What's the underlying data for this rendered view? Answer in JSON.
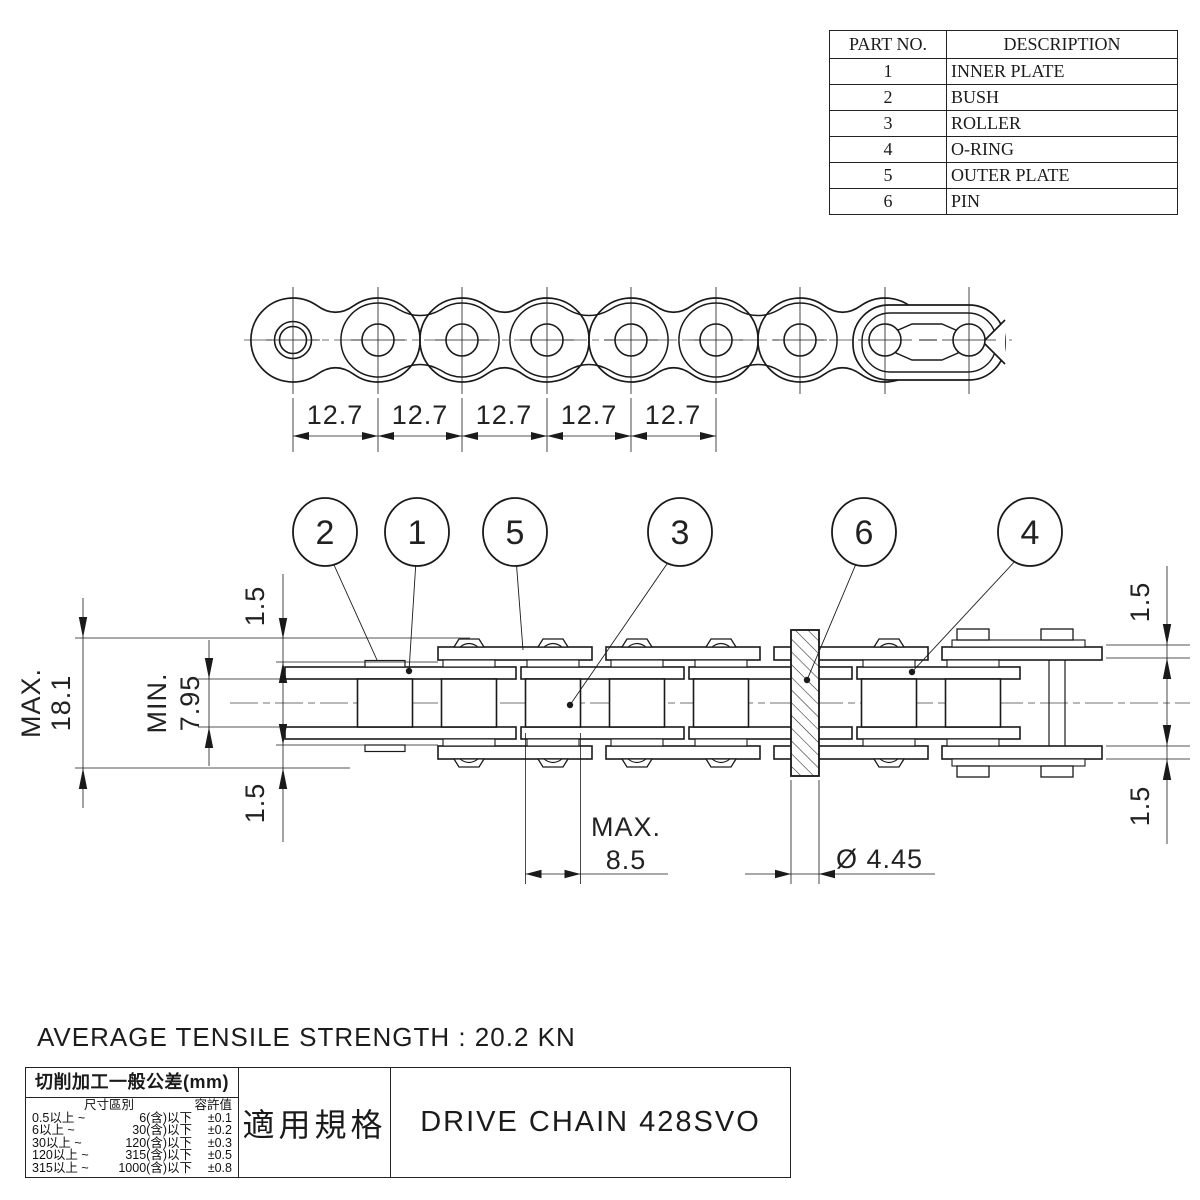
{
  "parts_table": {
    "col_part": "PART NO.",
    "col_desc": "DESCRIPTION",
    "rows": [
      {
        "no": "1",
        "desc": "INNER PLATE"
      },
      {
        "no": "2",
        "desc": "BUSH"
      },
      {
        "no": "3",
        "desc": "ROLLER"
      },
      {
        "no": "4",
        "desc": "O-RING"
      },
      {
        "no": "5",
        "desc": "OUTER PLATE"
      },
      {
        "no": "6",
        "desc": "PIN"
      }
    ]
  },
  "side_view": {
    "pitch_labels": [
      "12.7",
      "12.7",
      "12.7",
      "12.7",
      "12.7"
    ]
  },
  "section_view": {
    "balloons": [
      {
        "n": "2"
      },
      {
        "n": "1"
      },
      {
        "n": "5"
      },
      {
        "n": "3"
      },
      {
        "n": "6"
      },
      {
        "n": "4"
      }
    ],
    "dims": {
      "overall": {
        "label": "MAX.",
        "value": "18.1"
      },
      "inner_width": {
        "label": "MIN.",
        "value": "7.95"
      },
      "plate": [
        "1.5",
        "1.5",
        "1.5",
        "1.5"
      ],
      "roller": {
        "label": "MAX.",
        "value": "8.5"
      },
      "pin_dia": "Ø 4.45"
    }
  },
  "notes": {
    "tensile_strength": "AVERAGE TENSILE STRENGTH : 20.2 KN"
  },
  "tolerance_table": {
    "title": "切削加工一般公差(mm)",
    "range_header": "尺寸區別",
    "value_header": "容許值",
    "rows": [
      {
        "range": "0.5以上 ~",
        "upper": "6(含)以下",
        "tol": "±0.1"
      },
      {
        "range": "6以上 ~",
        "upper": "30(含)以下",
        "tol": "±0.2"
      },
      {
        "range": "30以上 ~",
        "upper": "120(含)以下",
        "tol": "±0.3"
      },
      {
        "range": "120以上 ~",
        "upper": "315(含)以下",
        "tol": "±0.5"
      },
      {
        "range": "315以上 ~",
        "upper": "1000(含)以下",
        "tol": "±0.8"
      }
    ]
  },
  "spec": {
    "label": "適用規格",
    "value": "DRIVE CHAIN 428SVO"
  }
}
